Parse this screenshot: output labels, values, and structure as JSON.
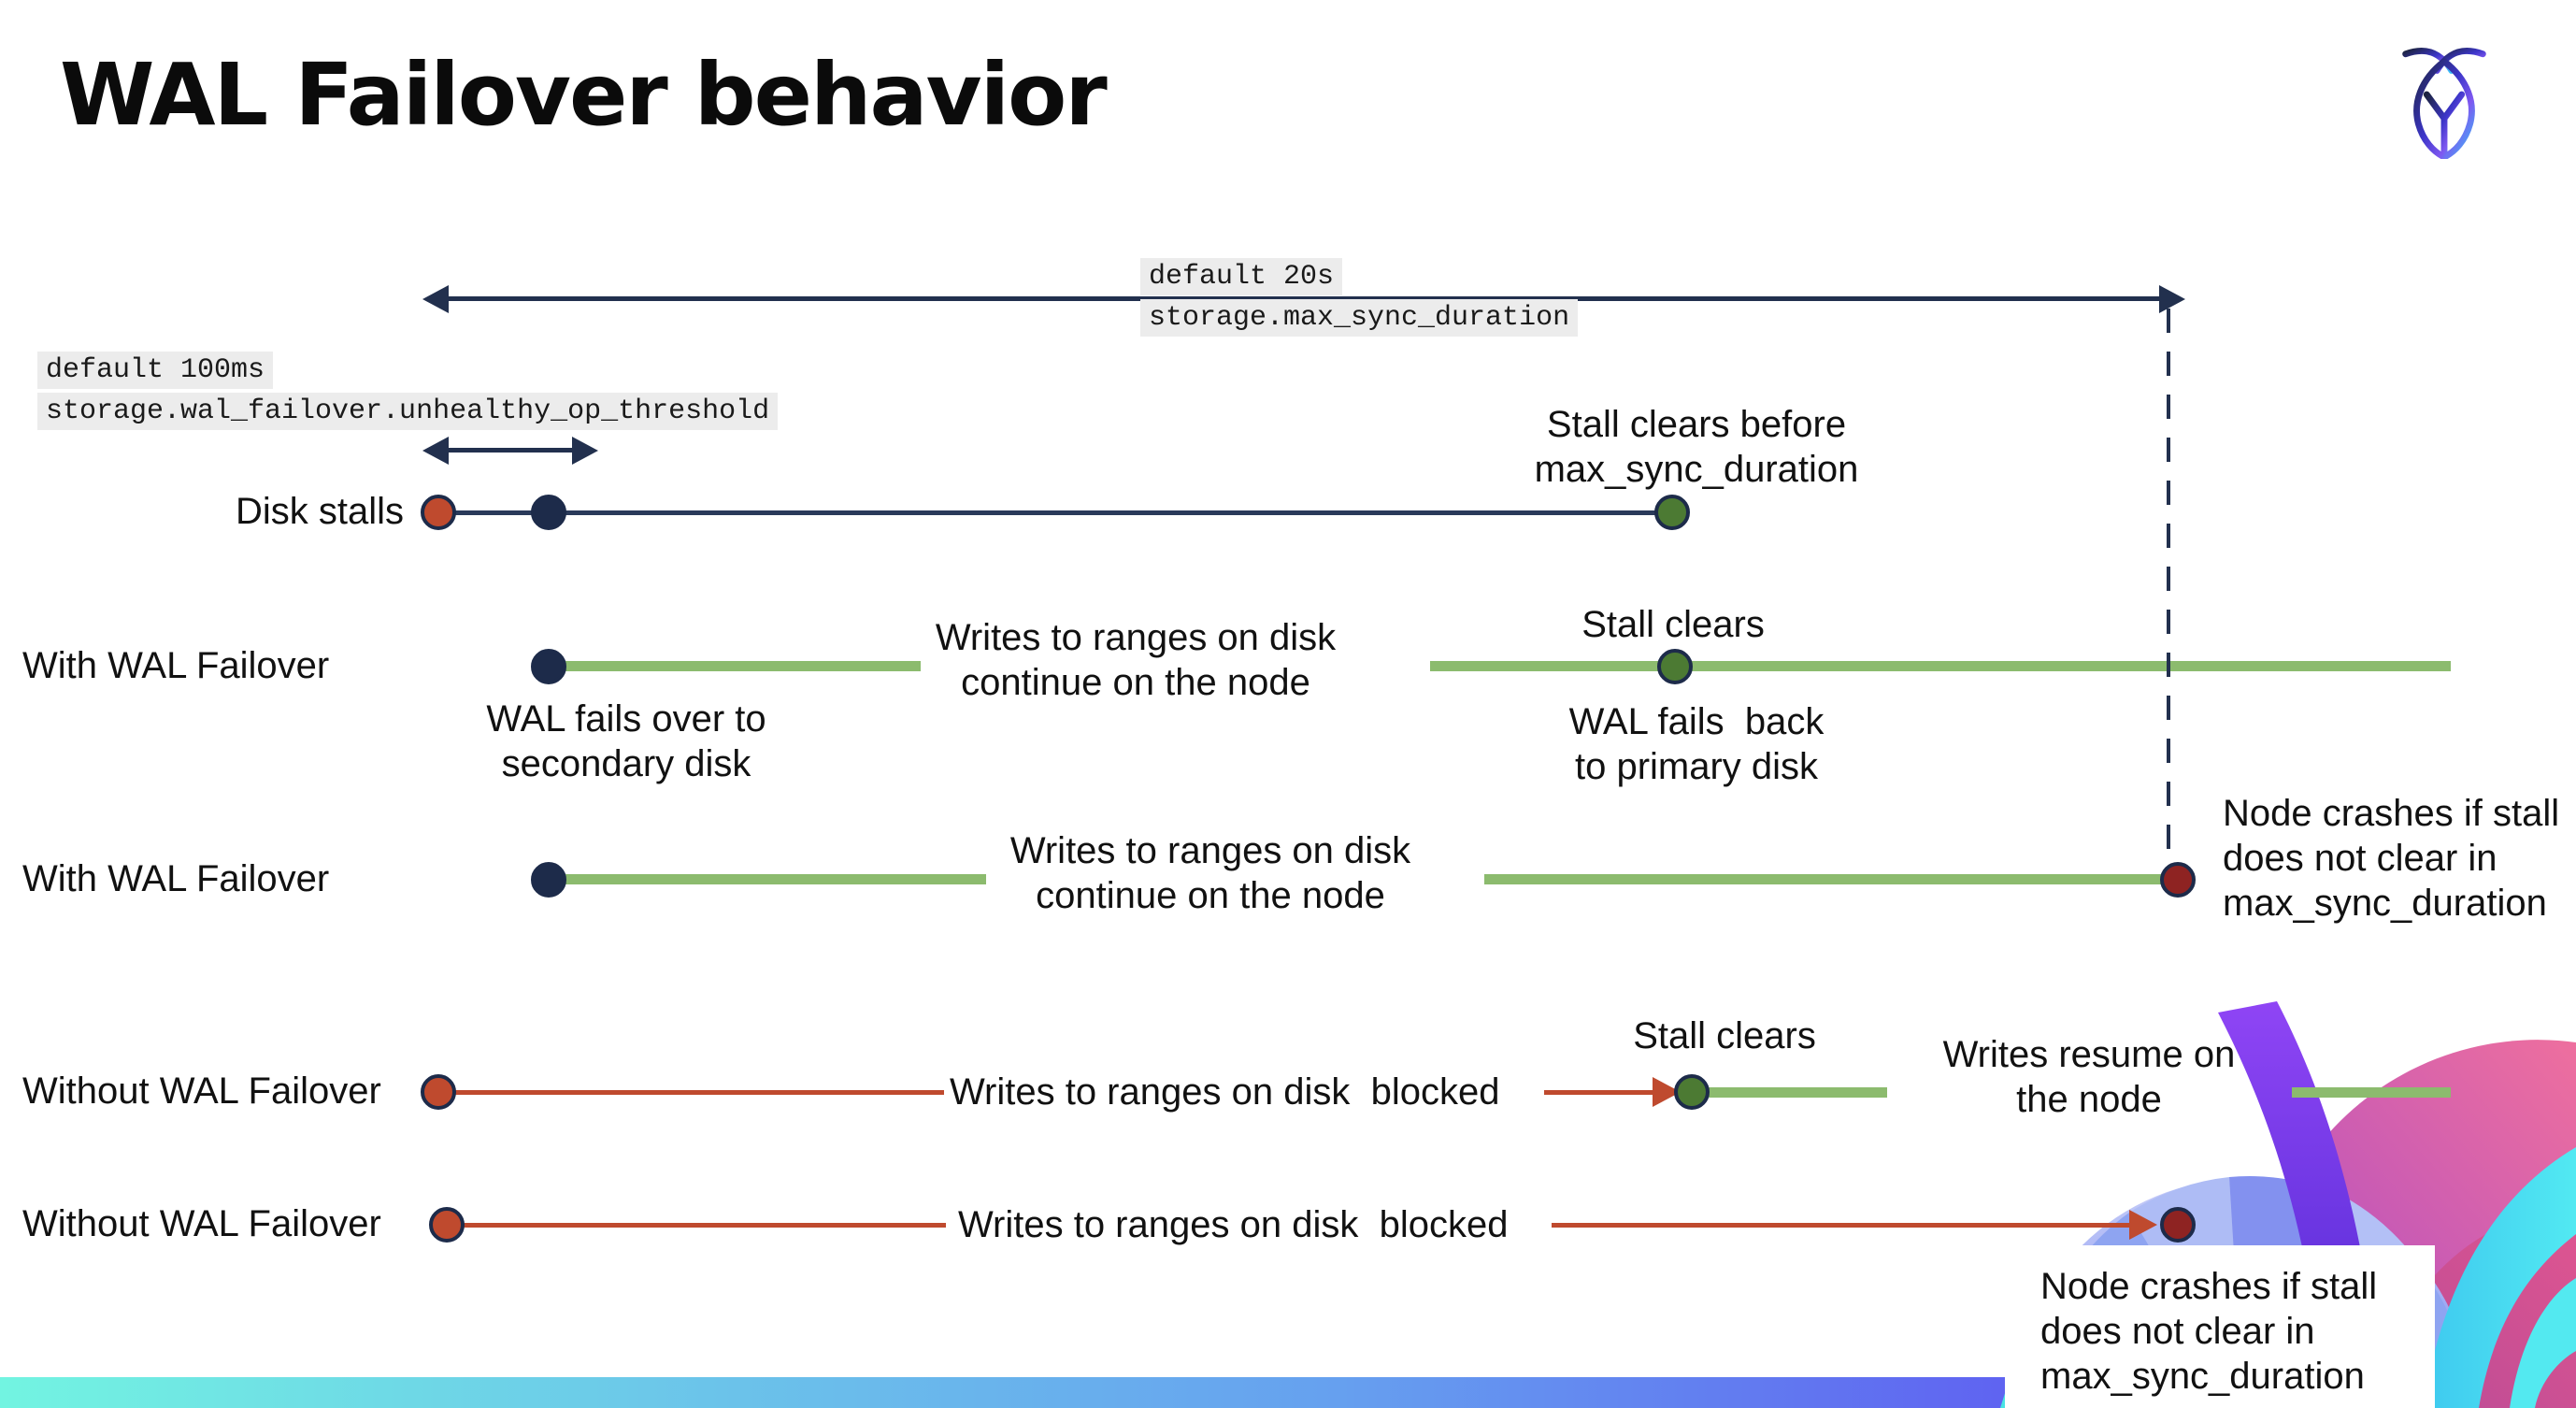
{
  "header": {
    "title": "WAL Failover behavior",
    "logo_icon": "cockroachdb-logo"
  },
  "settings": {
    "max_sync": {
      "default_value": "default 20s",
      "name": "storage.max_sync_duration"
    },
    "unhealthy_op": {
      "default_value": "default 100ms",
      "name": "storage.wal_failover.unhealthy_op_threshold"
    }
  },
  "rows": [
    {
      "label": "Disk stalls",
      "stall_note": "Stall clears before\nmax_sync_duration"
    },
    {
      "label": "With WAL Failover",
      "failover_note": "WAL fails over to\nsecondary disk",
      "writes_note": "Writes to ranges on disk\ncontinue on the node",
      "stall_note": "Stall clears",
      "failback_note": "WAL fails  back\nto primary disk"
    },
    {
      "label": "With WAL Failover",
      "writes_note": "Writes to ranges on disk\ncontinue on the node",
      "crash_note": "Node crashes if stall\ndoes not clear in\nmax_sync_duration"
    },
    {
      "label": "Without WAL Failover",
      "writes_note": "Writes to ranges on disk  blocked",
      "stall_note": "Stall clears",
      "resume_note": "Writes resume on\nthe node"
    },
    {
      "label": "Without WAL Failover",
      "writes_note": "Writes to ranges on disk  blocked",
      "crash_note": "Node crashes if stall\ndoes not clear in\nmax_sync_duration"
    }
  ],
  "colors": {
    "navy": "#22304e",
    "red": "#bf4a2e",
    "crash_red": "#8e2322",
    "green_line": "#8cbb6e",
    "green_dot": "#4c7a33",
    "code_bg": "#ececec",
    "bar_gradient_left": "#72f4e1",
    "bar_gradient_right": "#6f3bee"
  }
}
